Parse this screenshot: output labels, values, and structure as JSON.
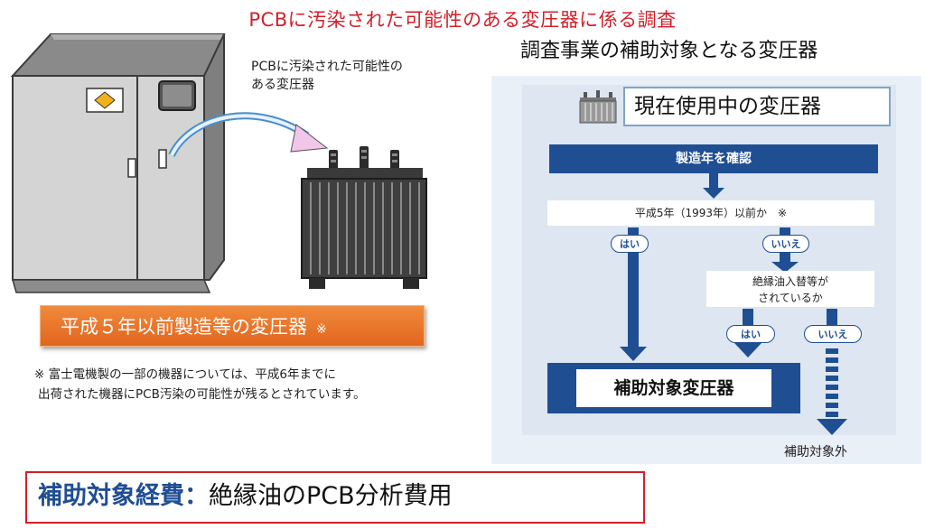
{
  "title": "PCBに汚染された可能性のある変圧器に係る調査",
  "subtitle": "調査事業の補助対象となる変圧器",
  "left": {
    "caption": [
      "PCBに汚染された可能性の",
      "ある変圧器"
    ],
    "category": "平成５年以前製造等の変圧器",
    "category_mark": "※",
    "note": [
      "※ 富士電機製の一部の機器については、平成6年までに",
      "出荷された機器にPCB汚染の可能性が残るとされています。"
    ]
  },
  "flow": {
    "header": "現在使用中の変圧器",
    "step1": "製造年を確認",
    "question1": "平成5年（1993年）以前か　※",
    "yes1": "はい",
    "no1": "いいえ",
    "question2": [
      "絶縁油入替等が",
      "されているか"
    ],
    "yes2": "はい",
    "no2": "いいえ",
    "target": "補助対象変圧器",
    "out": "補助対象外"
  },
  "bottom": {
    "label": "補助対象経費：",
    "value": "絶縁油のPCB分析費用"
  },
  "colors": {
    "title_red": "#d2202a",
    "flow_blue": "#1f4e93",
    "orange": "#e9772c",
    "panel_bg": "#dde6f1"
  }
}
